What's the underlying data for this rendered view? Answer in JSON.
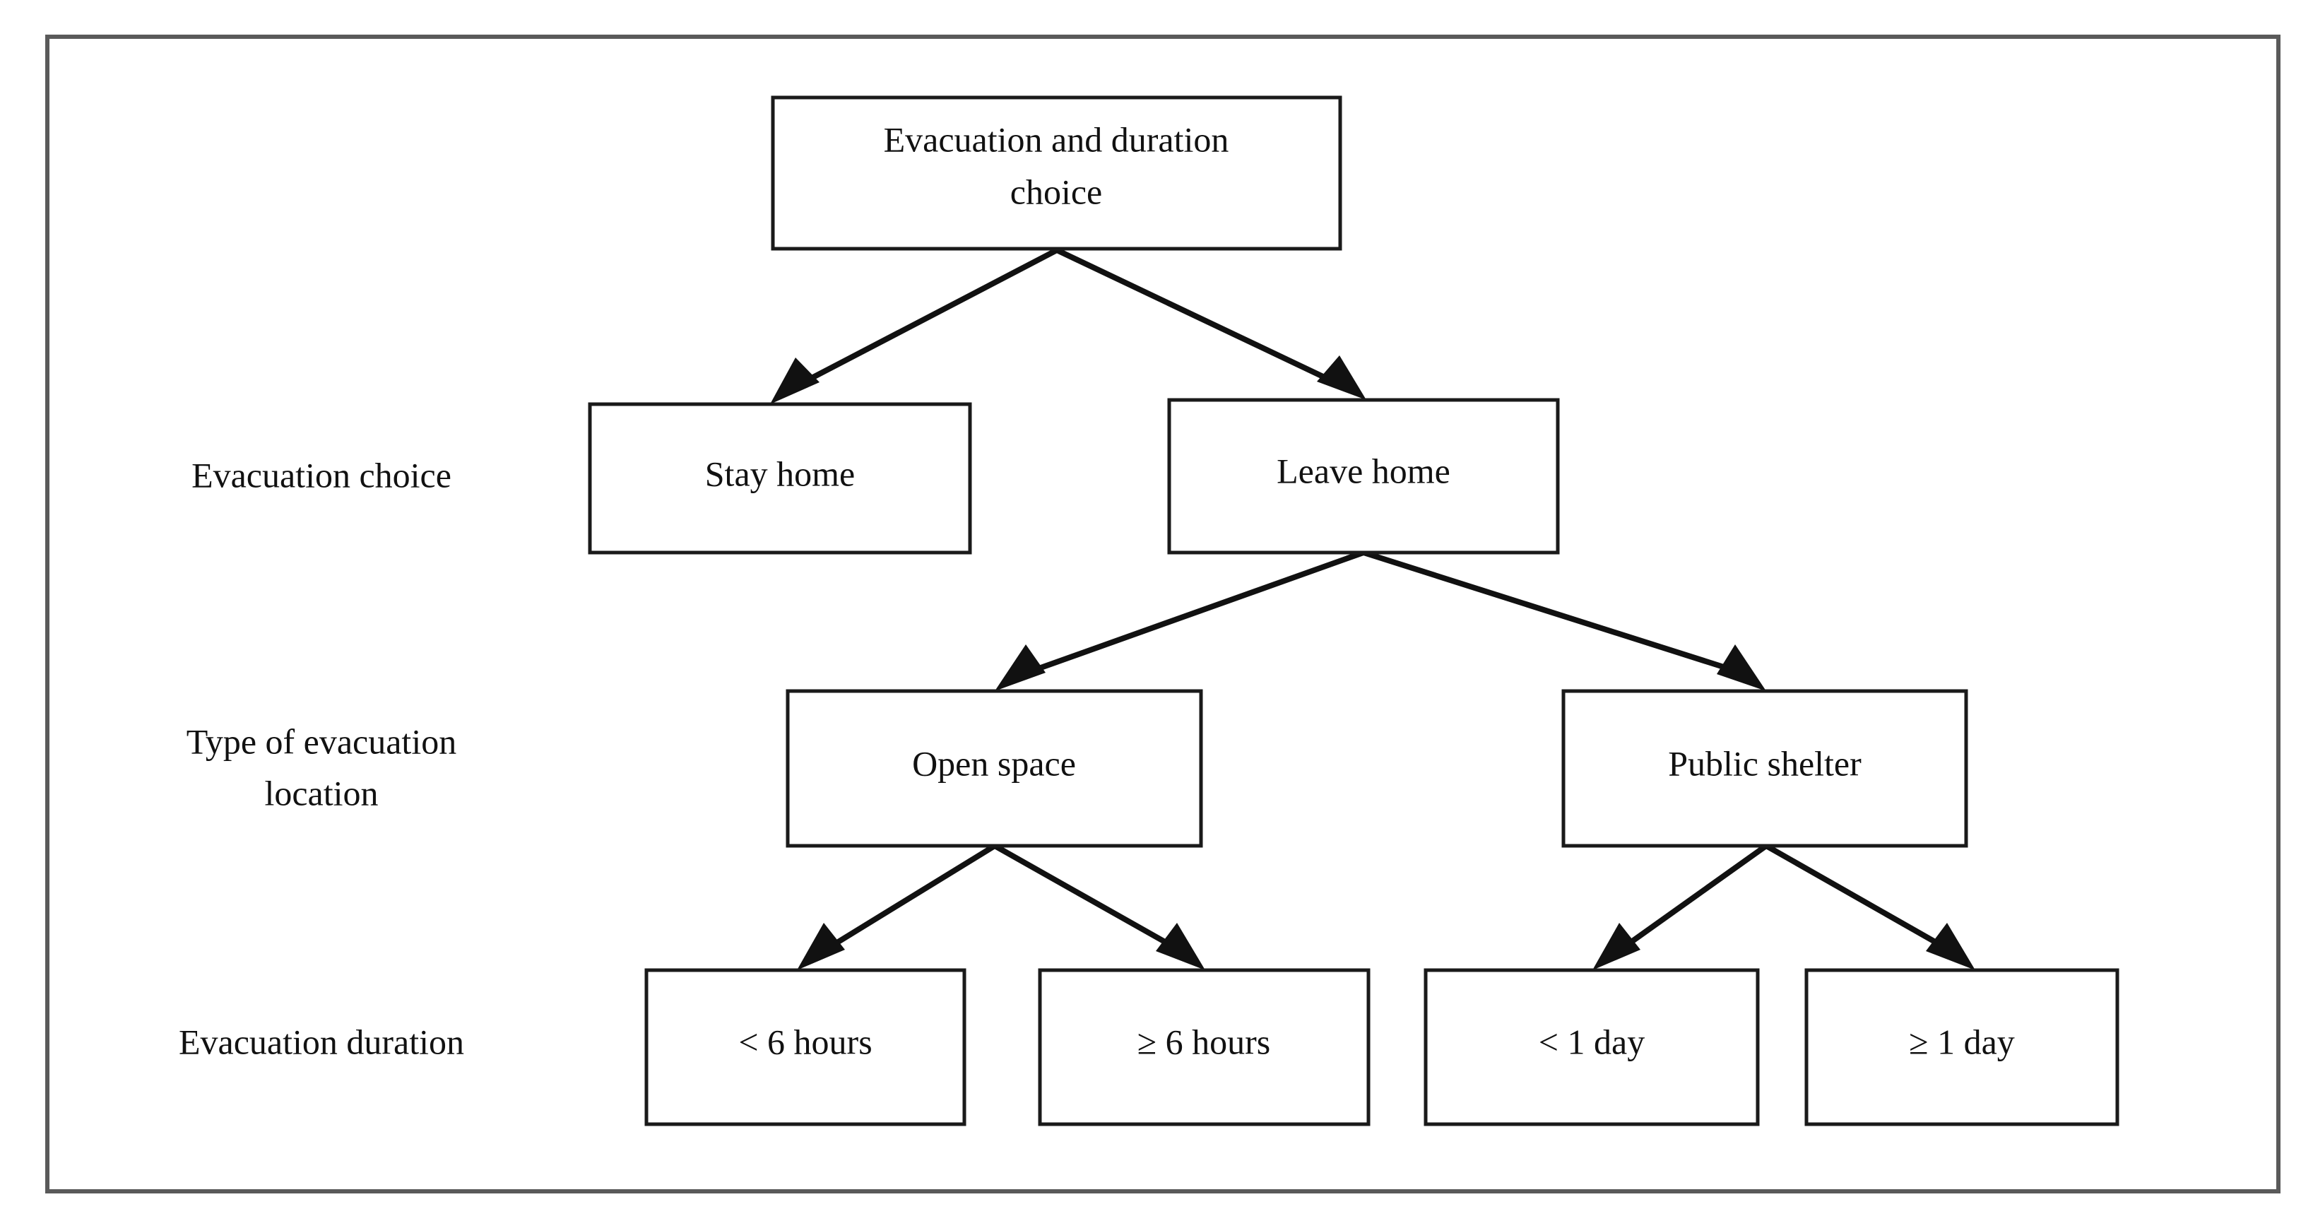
{
  "figure": {
    "title": "Evacuation and duration choice nested decision tree",
    "frame_color": "#5a5a5a",
    "box_border_color": "#1a1a1a",
    "text_color": "#111111",
    "background_color": "#ffffff"
  },
  "row_labels": [
    {
      "id": "row-label-evacuation-choice",
      "lines": [
        "Evacuation choice"
      ]
    },
    {
      "id": "row-label-type-of-evacuation-location",
      "lines": [
        "Type of evacuation",
        "location"
      ]
    },
    {
      "id": "row-label-evacuation-duration",
      "lines": [
        "Evacuation duration"
      ]
    }
  ],
  "nodes": {
    "root": {
      "id": "node-root",
      "lines": [
        "Evacuation and duration",
        "choice"
      ]
    },
    "stay_home": {
      "id": "node-stay-home",
      "lines": [
        "Stay home"
      ]
    },
    "leave_home": {
      "id": "node-leave-home",
      "lines": [
        "Leave home"
      ]
    },
    "open_space": {
      "id": "node-open-space",
      "lines": [
        "Open space"
      ]
    },
    "public_shelter": {
      "id": "node-public-shelter",
      "lines": [
        "Public shelter"
      ]
    },
    "lt_6_hours": {
      "id": "node-lt-6-hours",
      "lines": [
        "< 6 hours"
      ]
    },
    "ge_6_hours": {
      "id": "node-ge-6-hours",
      "lines": [
        "≥ 6 hours"
      ]
    },
    "lt_1_day": {
      "id": "node-lt-1-day",
      "lines": [
        "< 1 day"
      ]
    },
    "ge_1_day": {
      "id": "node-ge-1-day",
      "lines": [
        "≥ 1 day"
      ]
    }
  },
  "node_text": {
    "root_line1": "Evacuation and duration",
    "root_line2": "choice",
    "stay_home": "Stay home",
    "leave_home": "Leave home",
    "open_space": "Open space",
    "public_shelter": "Public shelter",
    "lt_6_hours": "< 6 hours",
    "ge_6_hours": "≥ 6 hours",
    "lt_1_day": "< 1 day",
    "ge_1_day": "≥ 1 day"
  },
  "row_label_text": {
    "evacuation_choice": "Evacuation choice",
    "type_of_evacuation_location_line1": "Type of evacuation",
    "type_of_evacuation_location_line2": "location",
    "evacuation_duration": "Evacuation duration"
  },
  "edges": [
    {
      "id": "edge-root-to-stay-home",
      "from": "root",
      "to": "stay_home"
    },
    {
      "id": "edge-root-to-leave-home",
      "from": "root",
      "to": "leave_home"
    },
    {
      "id": "edge-leave-home-to-open-space",
      "from": "leave_home",
      "to": "open_space"
    },
    {
      "id": "edge-leave-home-to-public-shelter",
      "from": "leave_home",
      "to": "public_shelter"
    },
    {
      "id": "edge-open-space-to-lt-6-hours",
      "from": "open_space",
      "to": "lt_6_hours"
    },
    {
      "id": "edge-open-space-to-ge-6-hours",
      "from": "open_space",
      "to": "ge_6_hours"
    },
    {
      "id": "edge-public-shelter-to-lt-1-day",
      "from": "public_shelter",
      "to": "lt_1_day"
    },
    {
      "id": "edge-public-shelter-to-ge-1-day",
      "from": "public_shelter",
      "to": "ge_1_day"
    }
  ]
}
